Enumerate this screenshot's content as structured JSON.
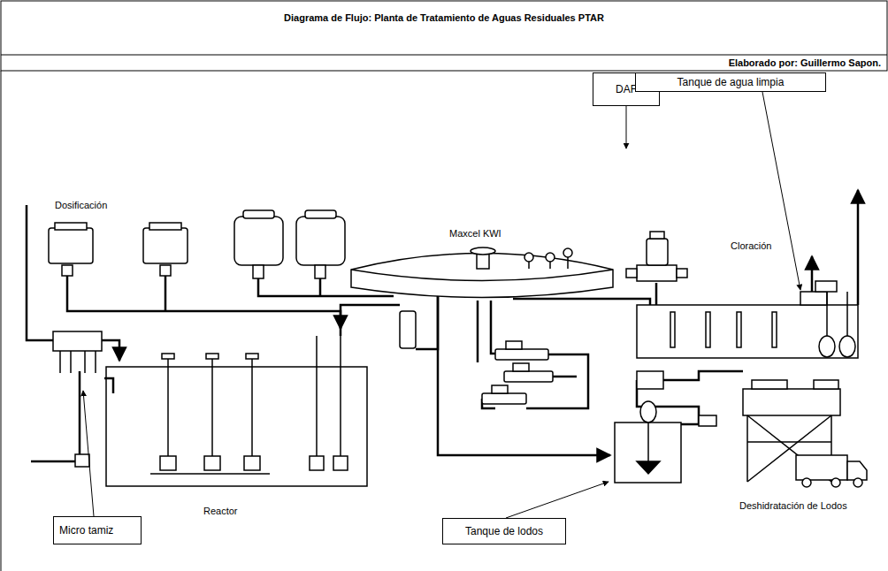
{
  "diagram": {
    "title": "Diagrama de Flujo: Planta de Tratamiento de Aguas Residuales PTAR",
    "nodes": [
      {
        "text": [
          "DAF"
        ]
      },
      {
        "text": [
          "Tanque de agua limpia"
        ]
      },
      {
        "text": [
          "Micro tamiz"
        ]
      },
      {
        "text": [
          "Tanque de lodos"
        ]
      }
    ],
    "labels": [
      "Elaborado por: Guillermo Sapon.",
      "Dosificación",
      "Maxcel KWI",
      "Cloración",
      "Reactor",
      "Deshidratación de Lodos"
    ]
  }
}
